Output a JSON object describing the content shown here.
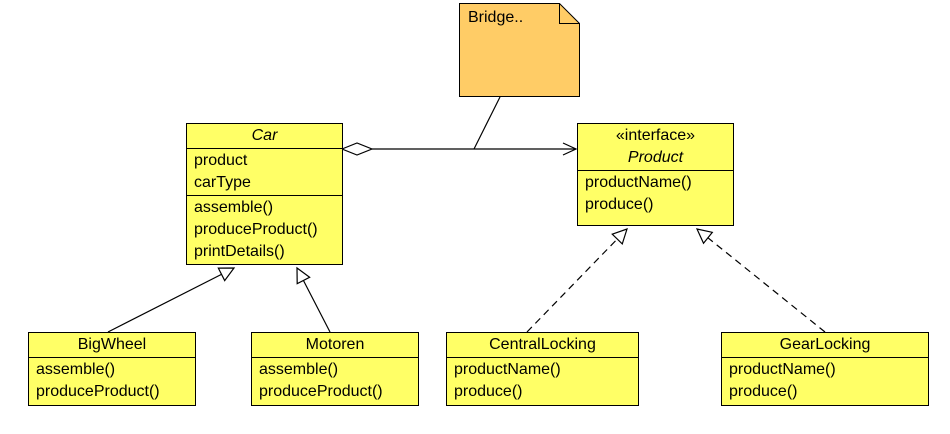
{
  "colors": {
    "class_fill": "#ffff66",
    "note_fill": "#ffcc66",
    "stroke": "#000000"
  },
  "note": {
    "text": "Bridge.."
  },
  "classes": {
    "car": {
      "name": "Car",
      "attributes": [
        "product",
        "carType"
      ],
      "operations": [
        "assemble()",
        "produceProduct()",
        "printDetails()"
      ]
    },
    "product": {
      "stereotype": "«interface»",
      "name": "Product",
      "operations": [
        "productName()",
        "produce()"
      ]
    },
    "bigwheel": {
      "name": "BigWheel",
      "operations": [
        "assemble()",
        "produceProduct()"
      ]
    },
    "motoren": {
      "name": "Motoren",
      "operations": [
        "assemble()",
        "produceProduct()"
      ]
    },
    "centrallocking": {
      "name": "CentralLocking",
      "operations": [
        "productName()",
        "produce()"
      ]
    },
    "gearlocking": {
      "name": "GearLocking",
      "operations": [
        "productName()",
        "produce()"
      ]
    }
  }
}
